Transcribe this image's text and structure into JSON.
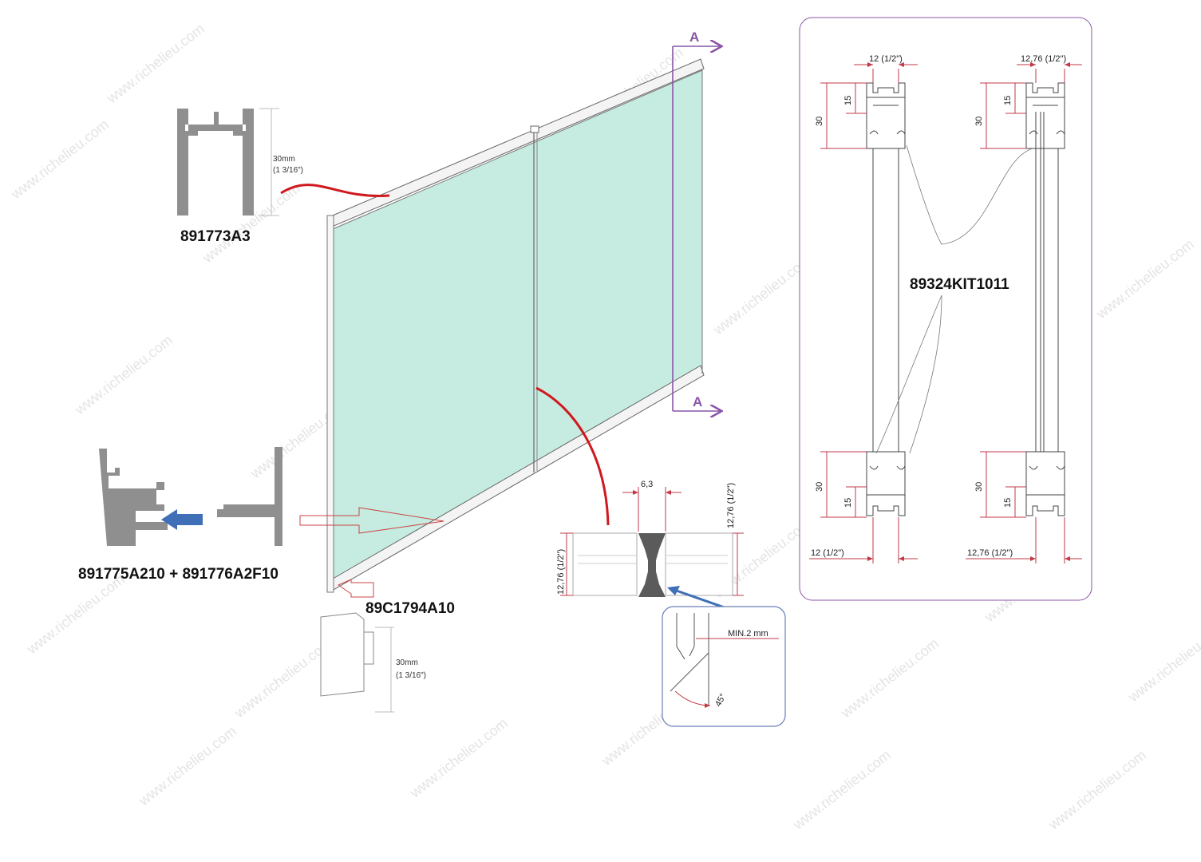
{
  "watermark": "www.richelieu.com",
  "parts": {
    "top_rail": "891773A3",
    "bottom_rail": "891775A210 + 891776A2F10",
    "end_cap": "89C1794A10",
    "gasket_kit": "89324KIT1011"
  },
  "section_marks": {
    "top": "A",
    "bottom": "A"
  },
  "profile_dims": {
    "top_height_mm": "30mm",
    "top_height_in": "(1 3/16\")",
    "cap_height_mm": "30mm",
    "cap_height_in": "(1 3/16\")"
  },
  "joint_detail": {
    "gap": "6,3",
    "thickness_left": "12,76 (1/2\")",
    "thickness_right": "12,76 (1/2\")",
    "min_label": "MIN.2 mm",
    "angle": "45°"
  },
  "section_panel": {
    "left_top_width": "12 (1/2\")",
    "right_top_width": "12,76 (1/2\")",
    "left_bottom_width": "12 (1/2\")",
    "right_bottom_width": "12,76 (1/2\")",
    "rail_height": "30",
    "groove_depth": "15"
  },
  "colors": {
    "glass": "#c6ece1",
    "profile_gray": "#8f8f8f",
    "red_leader": "#d0191e",
    "blue_arrow": "#3f6fb6",
    "section_purple": "#8a55a8",
    "dim_red": "#c23a48"
  }
}
